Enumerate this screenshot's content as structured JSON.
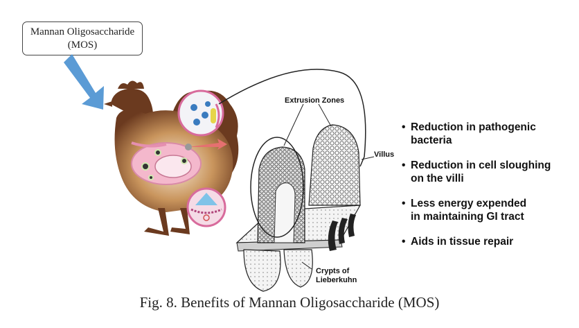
{
  "mos_box": {
    "line1": "Mannan Oligosaccharide",
    "line2": "(MOS)"
  },
  "labels": {
    "extrusion_zones": "Extrusion Zones",
    "villus": "Villus",
    "crypts_line1": "Crypts of",
    "crypts_line2": "Lieberkuhn"
  },
  "benefits": [
    "Reduction in pathogenic\nbacteria",
    "Reduction in cell sloughing\non the villi",
    "Less energy expended\nin maintaining GI tract",
    "Aids in tissue repair"
  ],
  "caption": "Fig. 8. Benefits of Mannan Oligosaccharide (MOS)",
  "colors": {
    "arrow": "#5b9bd5",
    "chicken": "#6b3a1f",
    "gut": "#f4b8cc",
    "villus_outline": "#222222"
  }
}
